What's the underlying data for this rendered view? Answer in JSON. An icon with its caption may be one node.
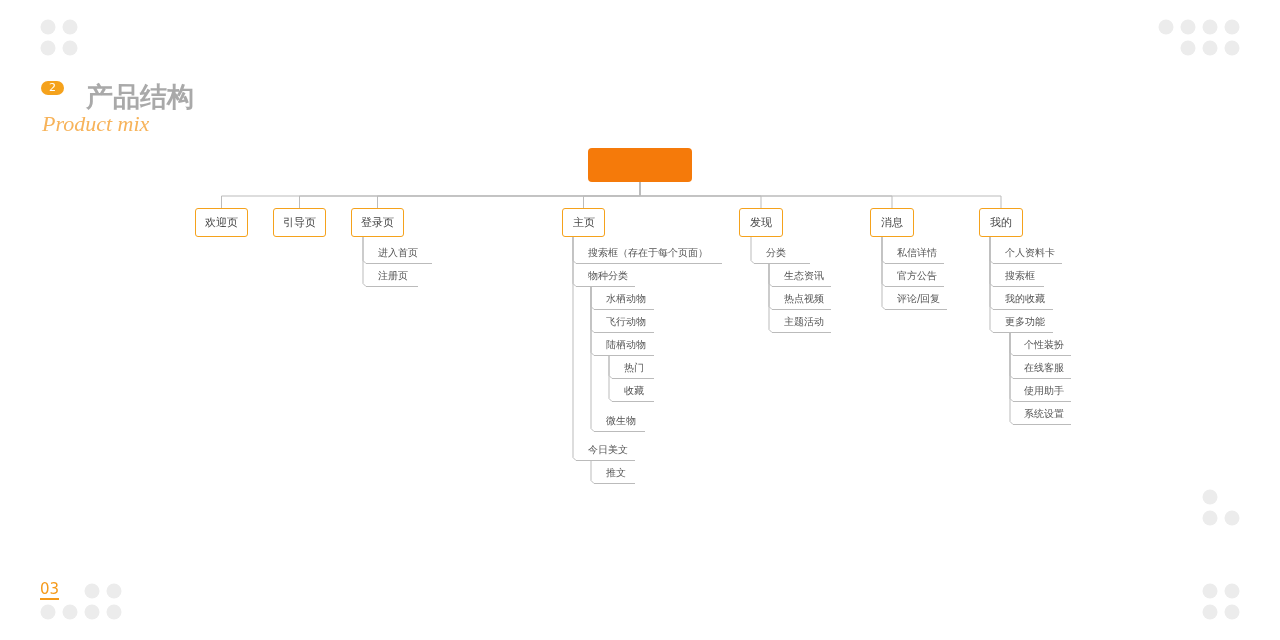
{
  "diagram": {
    "title": "产品结构",
    "nodes": [
      {
        "text": [],
        "shape": "box"
      },
      {
        "text": [
          "欢迎页"
        ]
      },
      {
        "text": [
          "引导页"
        ]
      },
      {
        "text": [
          "登录页"
        ]
      },
      {
        "text": [
          "主页"
        ]
      },
      {
        "text": [
          "发现"
        ]
      },
      {
        "text": [
          "消息"
        ]
      },
      {
        "text": [
          "我的"
        ]
      },
      {
        "text": [
          "进入首页"
        ]
      },
      {
        "text": [
          "注册页"
        ]
      },
      {
        "text": [
          "搜索框（存在于每个页面）"
        ]
      },
      {
        "text": [
          "物种分类"
        ]
      },
      {
        "text": [
          "水栖动物"
        ]
      },
      {
        "text": [
          "飞行动物"
        ]
      },
      {
        "text": [
          "陆栖动物"
        ]
      },
      {
        "text": [
          "热门"
        ]
      },
      {
        "text": [
          "收藏"
        ]
      },
      {
        "text": [
          "微生物"
        ]
      },
      {
        "text": [
          "今日美文"
        ]
      },
      {
        "text": [
          "推文"
        ]
      },
      {
        "text": [
          "分类"
        ]
      },
      {
        "text": [
          "生态资讯"
        ]
      },
      {
        "text": [
          "热点视频"
        ]
      },
      {
        "text": [
          "主题活动"
        ]
      },
      {
        "text": [
          "私信详情"
        ]
      },
      {
        "text": [
          "官方公告"
        ]
      },
      {
        "text": [
          "评论/回复"
        ]
      },
      {
        "text": [
          "个人资料卡"
        ]
      },
      {
        "text": [
          "搜索框"
        ]
      },
      {
        "text": [
          "我的收藏"
        ]
      },
      {
        "text": [
          "更多功能"
        ]
      },
      {
        "text": [
          "个性装扮"
        ]
      },
      {
        "text": [
          "在线客服"
        ]
      },
      {
        "text": [
          "使用助手"
        ]
      },
      {
        "text": [
          "系统设置"
        ]
      }
    ],
    "edges": [
      {
        "from": 0,
        "to": 1,
        "arrow": "none"
      },
      {
        "from": 0,
        "to": 2,
        "arrow": "none"
      },
      {
        "from": 0,
        "to": 3,
        "arrow": "none"
      },
      {
        "from": 0,
        "to": 4,
        "arrow": "none"
      },
      {
        "from": 0,
        "to": 5,
        "arrow": "none"
      },
      {
        "from": 0,
        "to": 6,
        "arrow": "none"
      },
      {
        "from": 0,
        "to": 7,
        "arrow": "none"
      },
      {
        "from": 3,
        "to": 8,
        "arrow": "none"
      },
      {
        "from": 3,
        "to": 9,
        "arrow": "none"
      },
      {
        "from": 4,
        "to": 10,
        "arrow": "none"
      },
      {
        "from": 4,
        "to": 11,
        "arrow": "none"
      },
      {
        "from": 11,
        "to": 12,
        "arrow": "none"
      },
      {
        "from": 11,
        "to": 13,
        "arrow": "none"
      },
      {
        "from": 11,
        "to": 14,
        "arrow": "none"
      },
      {
        "from": 14,
        "to": 15,
        "arrow": "none"
      },
      {
        "from": 14,
        "to": 16,
        "arrow": "none"
      },
      {
        "from": 11,
        "to": 17,
        "arrow": "none"
      },
      {
        "from": 4,
        "to": 18,
        "arrow": "none"
      },
      {
        "from": 18,
        "to": 19,
        "arrow": "none"
      },
      {
        "from": 5,
        "to": 20,
        "arrow": "none"
      },
      {
        "from": 20,
        "to": 21,
        "arrow": "none"
      },
      {
        "from": 20,
        "to": 22,
        "arrow": "none"
      },
      {
        "from": 20,
        "to": 23,
        "arrow": "none"
      },
      {
        "from": 6,
        "to": 24,
        "arrow": "none"
      },
      {
        "from": 6,
        "to": 25,
        "arrow": "none"
      },
      {
        "from": 6,
        "to": 26,
        "arrow": "none"
      },
      {
        "from": 7,
        "to": 27,
        "arrow": "none"
      },
      {
        "from": 7,
        "to": 28,
        "arrow": "none"
      },
      {
        "from": 7,
        "to": 29,
        "arrow": "none"
      },
      {
        "from": 7,
        "to": 30,
        "arrow": "none"
      },
      {
        "from": 30,
        "to": 31,
        "arrow": "none"
      },
      {
        "from": 30,
        "to": 32,
        "arrow": "none"
      },
      {
        "from": 30,
        "to": 33,
        "arrow": "none"
      },
      {
        "from": 30,
        "to": 34,
        "arrow": "none"
      }
    ],
    "labels": [
      "2",
      "Product mix",
      "03"
    ]
  }
}
